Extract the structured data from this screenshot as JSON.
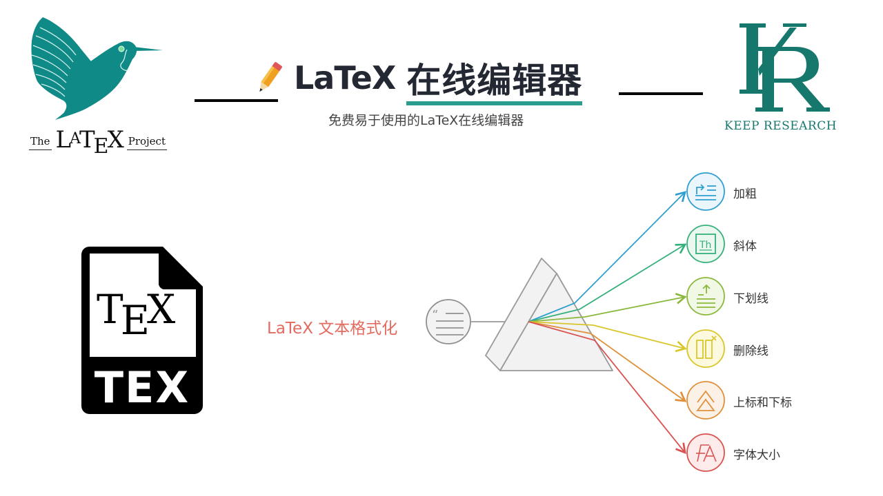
{
  "header": {
    "title_latin": "LaTeX",
    "title_cjk": "在线编辑器",
    "subtitle": "免费易于使用的LaTeX在线编辑器",
    "accent_color": "#2a9d8f",
    "pencil_icon": "pencil-icon"
  },
  "logos": {
    "latex_project": {
      "prefix": "The",
      "name_parts": [
        "L",
        "A",
        "T",
        "E",
        "X"
      ],
      "suffix": "Project",
      "color": "#0f8a86"
    },
    "keep_research": {
      "monogram": "KR",
      "label": "KEEP RESEARCH",
      "color": "#16776c"
    }
  },
  "tex_file_icon": {
    "inner_text_parts": [
      "T",
      "E",
      "X"
    ],
    "bottom_text": "TEX"
  },
  "diagram": {
    "source": {
      "label": "LaTeX 文本格式化",
      "icon": "quote-text-icon",
      "color": "#e36a5f"
    },
    "features": [
      {
        "label": "加粗",
        "icon": "bold-format-icon",
        "color": "#2e9fd0"
      },
      {
        "label": "斜体",
        "icon": "italic-text-box-icon",
        "color": "#36b07a"
      },
      {
        "label": "下划线",
        "icon": "underline-arrow-icon",
        "color": "#8bb83c"
      },
      {
        "label": "删除线",
        "icon": "strikethrough-columns-icon",
        "color": "#d9c62a"
      },
      {
        "label": "上标和下标",
        "icon": "superscript-chevrons-icon",
        "color": "#e0903a"
      },
      {
        "label": "字体大小",
        "icon": "font-size-icon",
        "color": "#d8534f"
      }
    ]
  }
}
